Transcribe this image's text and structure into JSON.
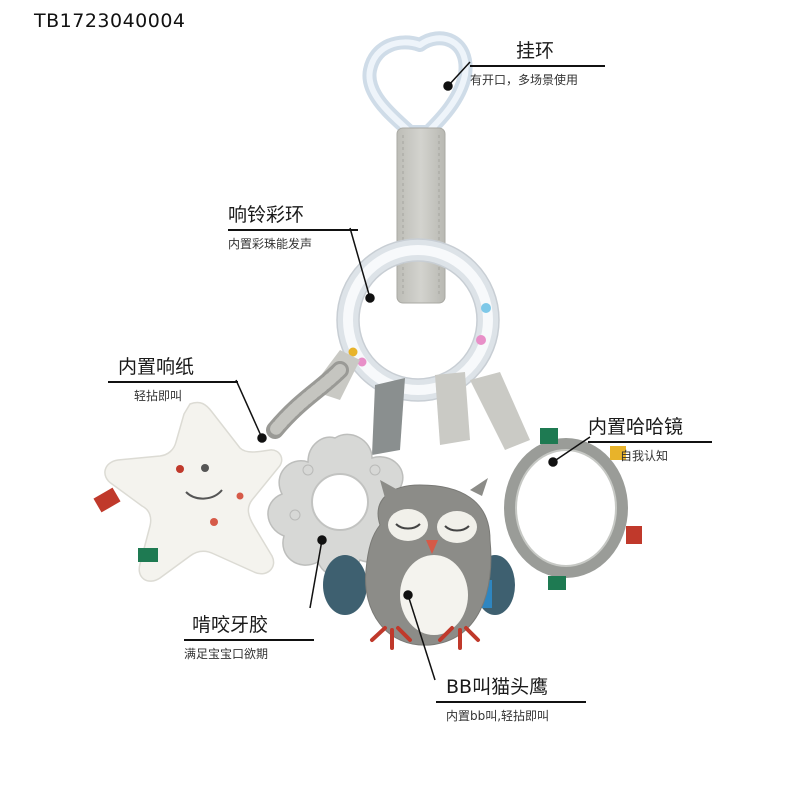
{
  "product_code": "TB1723040004",
  "callouts": {
    "hanging_ring": {
      "title": "挂环",
      "subtitle": "有开口，多场景使用"
    },
    "rattle_ring": {
      "title": "响铃彩环",
      "subtitle": "内置彩珠能发声"
    },
    "crinkle_paper": {
      "title": "内置响纸",
      "subtitle": "轻拈即叫"
    },
    "mirror": {
      "title": "内置哈哈镜",
      "subtitle": "自我认知"
    },
    "teether": {
      "title": "啃咬牙胶",
      "subtitle": "满足宝宝口欲期"
    },
    "owl": {
      "title": "BB叫猫头鹰",
      "subtitle": "内置bb叫,轻拈即叫"
    }
  },
  "colors": {
    "fabric_gray": "#c9c9c4",
    "owl_gray": "#8c8c88",
    "ring_gray": "#9a9c98",
    "star_white": "#f4f3ee",
    "tag_red": "#c0392b",
    "tag_green": "#1e7a52",
    "tag_yellow": "#e8b32a",
    "owl_teal": "#3e6070"
  }
}
